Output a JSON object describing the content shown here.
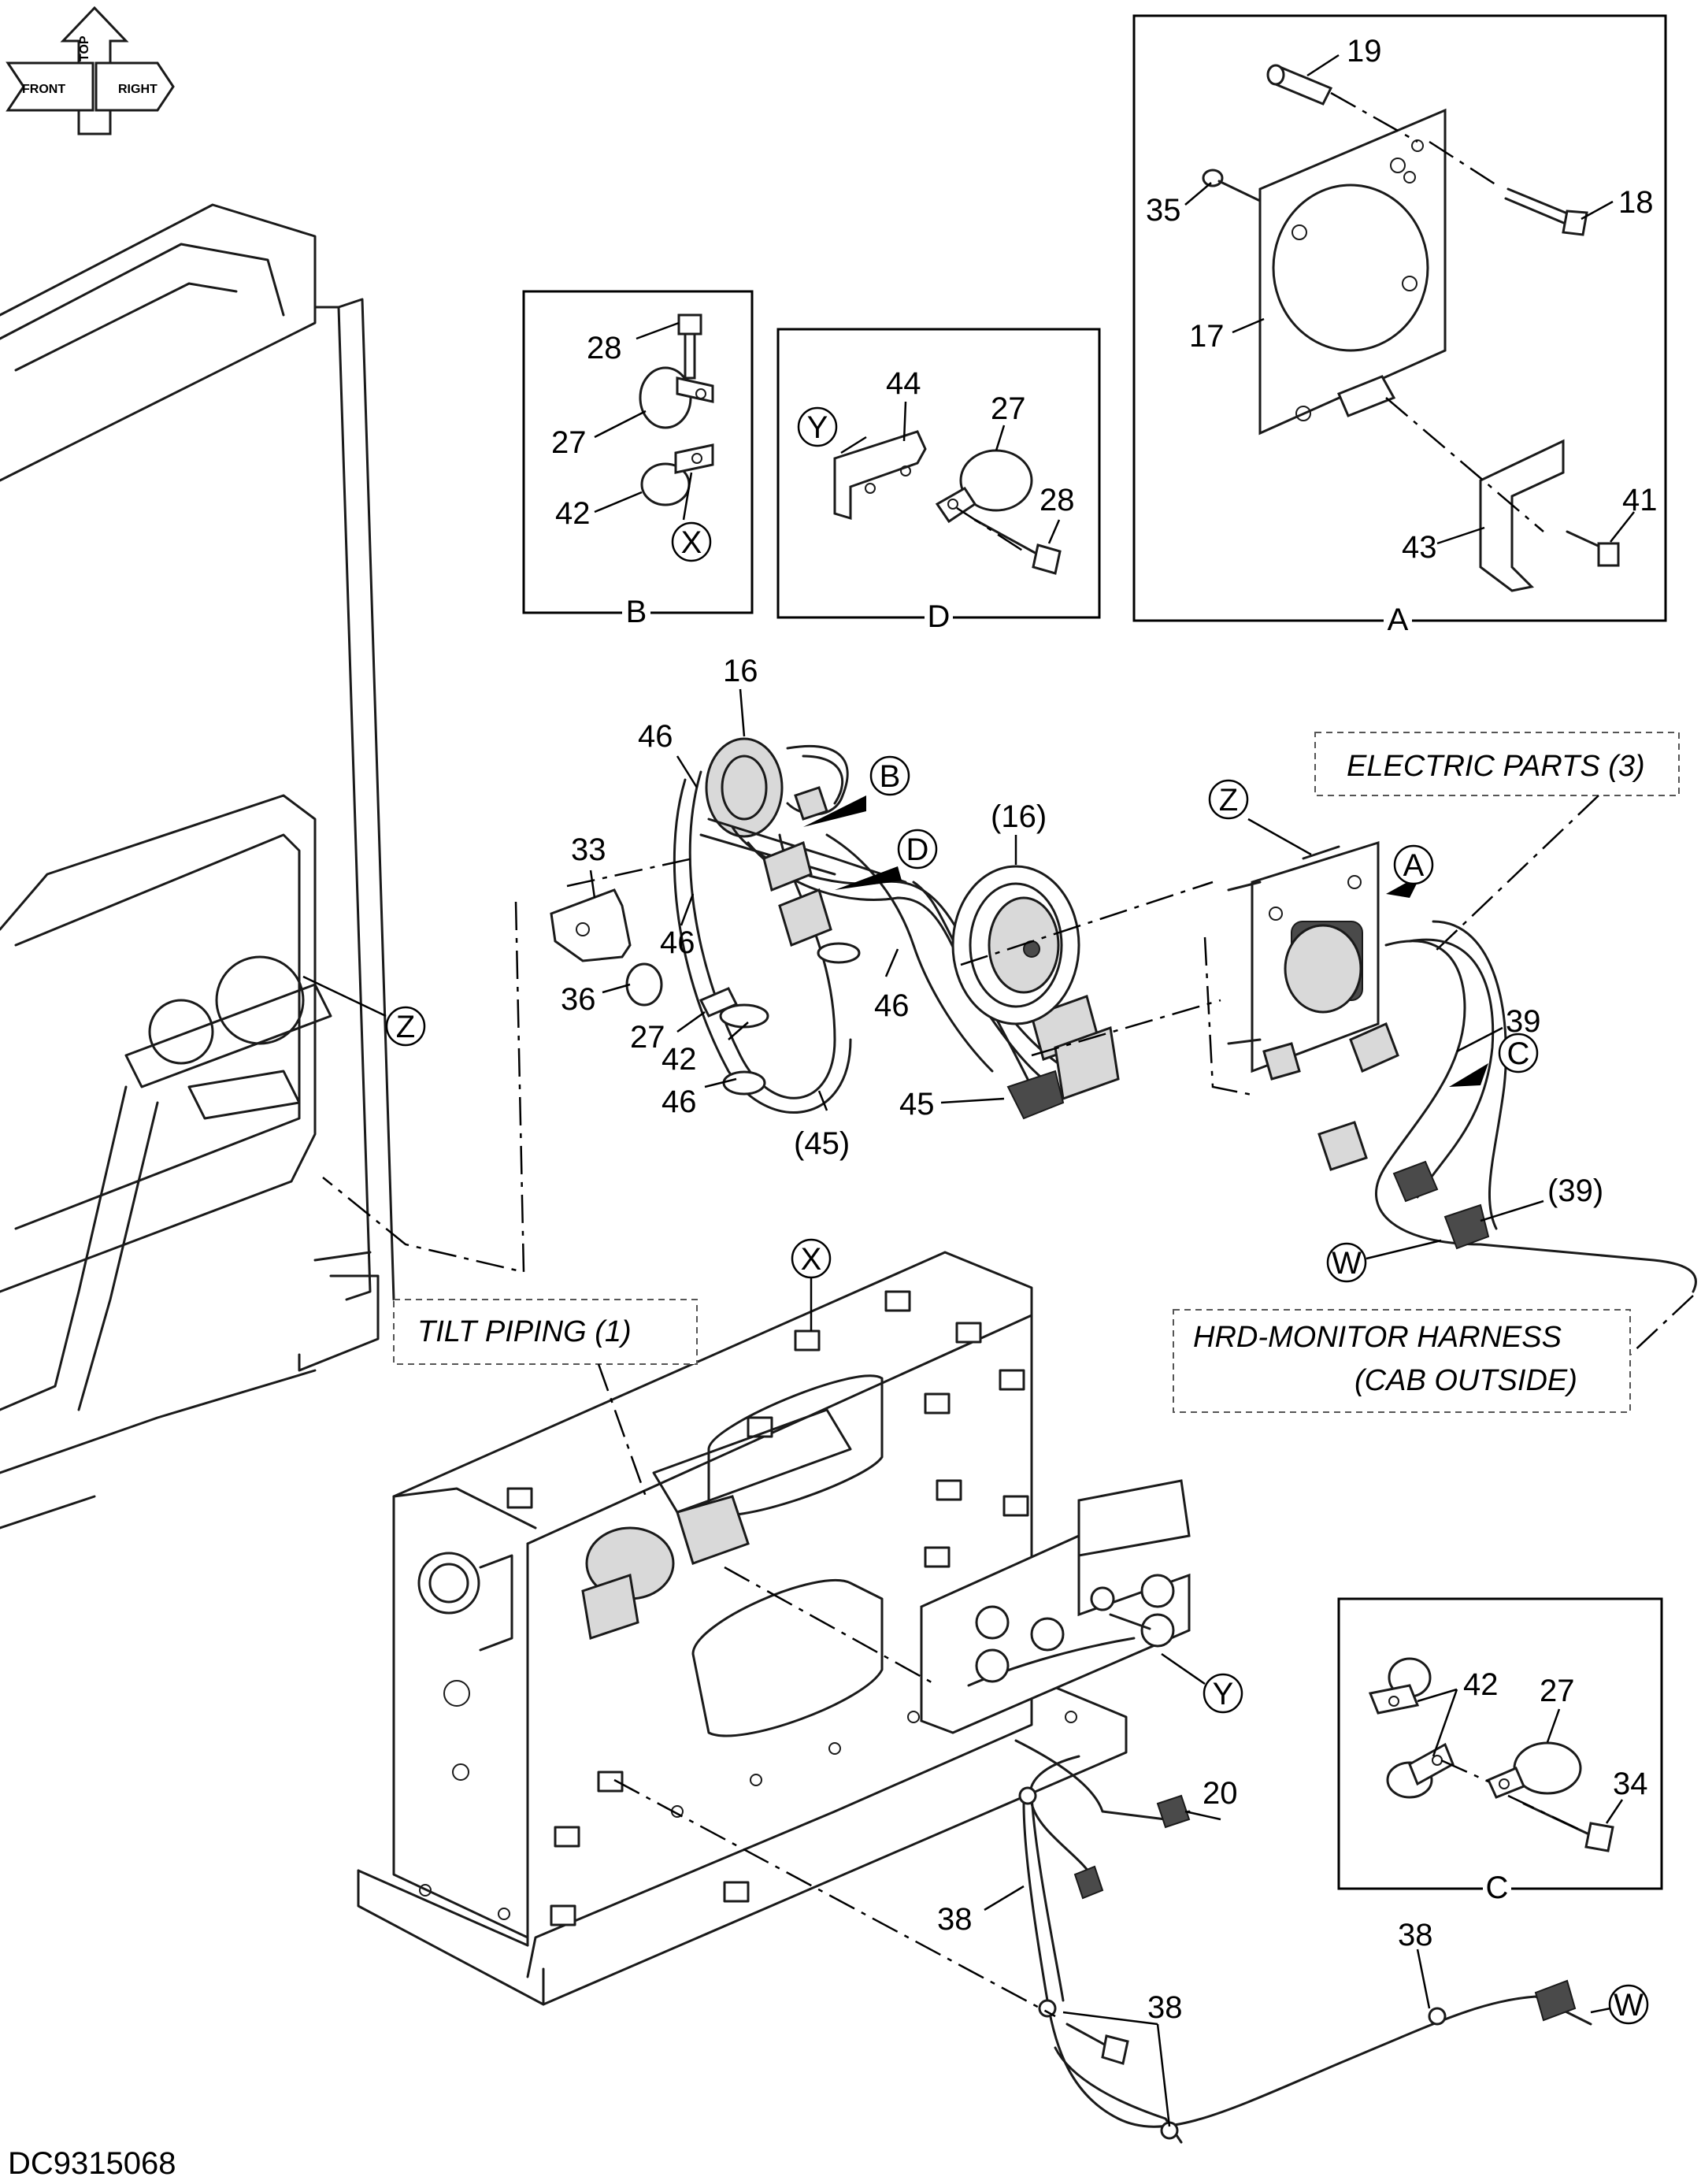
{
  "drawing_code": "DC9315068",
  "orientation": {
    "top": "TOP",
    "front": "FRONT",
    "right": "RIGHT"
  },
  "notes": {
    "electric_parts": "ELECTRIC PARTS (3)",
    "tilt_piping": "TILT  PIPING (1)",
    "hrd_line1": "HRD-MONITOR HARNESS",
    "hrd_line2": "(CAB OUTSIDE)"
  },
  "detail_labels": {
    "a": "A",
    "b": "B",
    "c": "C",
    "d": "D"
  },
  "ref_letters": {
    "w": "W",
    "x": "X",
    "y": "Y",
    "z": "Z"
  },
  "callouts": {
    "p16": "16",
    "p16_ref": "(16)",
    "p17": "17",
    "p18": "18",
    "p19": "19",
    "p20": "20",
    "p27": "27",
    "p28": "28",
    "p33": "33",
    "p34": "34",
    "p35": "35",
    "p36": "36",
    "p38": "38",
    "p39": "39",
    "p39_ref": "(39)",
    "p41": "41",
    "p42": "42",
    "p43": "43",
    "p44": "44",
    "p45": "45",
    "p45_ref": "(45)",
    "p46": "46"
  }
}
